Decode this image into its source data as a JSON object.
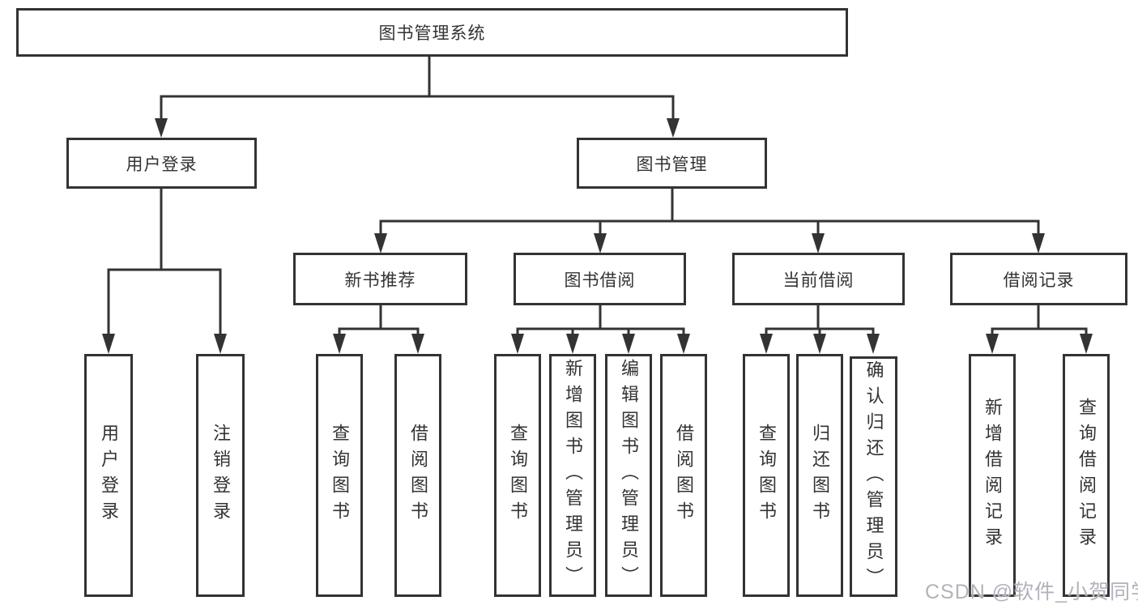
{
  "tree": {
    "label": "图书管理系统",
    "children": [
      {
        "label": "用户登录",
        "children": [
          {
            "label": "用户登录"
          },
          {
            "label": "注销登录"
          }
        ]
      },
      {
        "label": "图书管理",
        "children": [
          {
            "label": "新书推荐",
            "children": [
              {
                "label": "查询图书"
              },
              {
                "label": "借阅图书"
              }
            ]
          },
          {
            "label": "图书借阅",
            "children": [
              {
                "label": "查询图书"
              },
              {
                "label": "新增图书（管理员）"
              },
              {
                "label": "编辑图书（管理员）"
              },
              {
                "label": "借阅图书"
              }
            ]
          },
          {
            "label": "当前借阅",
            "children": [
              {
                "label": "查询图书"
              },
              {
                "label": "归还图书"
              },
              {
                "label": "确认归还（管理员）"
              }
            ]
          },
          {
            "label": "借阅记录",
            "children": [
              {
                "label": "新增借阅记录"
              },
              {
                "label": "查询借阅记录"
              }
            ]
          }
        ]
      }
    ]
  },
  "watermark": {
    "text": "CSDN @软件_小贺同学"
  },
  "colors": {
    "line": "#333333",
    "box_border": "#333333",
    "text": "#333333",
    "watermark": "#b0b3ba",
    "background": "#ffffff"
  }
}
